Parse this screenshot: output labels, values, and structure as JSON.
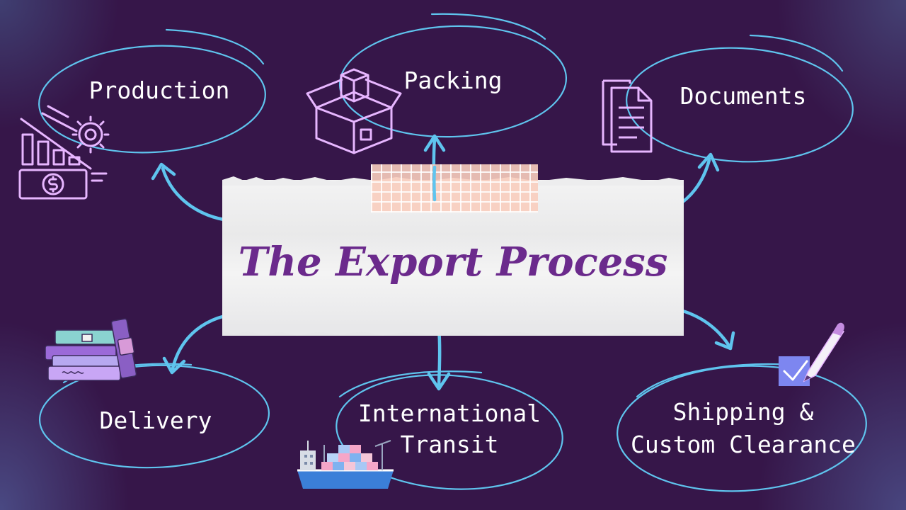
{
  "title": "The Export Process",
  "nodes": {
    "production": "Production",
    "packing": "Packing",
    "documents": "Documents",
    "delivery": "Delivery",
    "international_transit_line1": "International",
    "international_transit_line2": "Transit",
    "shipping_line1": "Shipping &",
    "shipping_line2": "Custom Clearance"
  },
  "colors": {
    "background": "#361649",
    "ellipse_stroke": "#5fc4ee",
    "arrow": "#5fc4ee",
    "title_text": "#6b2a8c",
    "icon_stroke": "#e7b6ff"
  },
  "icons": [
    "production-chart-icon",
    "box-icon",
    "document-icon",
    "books-icon",
    "cargo-ship-icon",
    "checkbox-pen-icon"
  ]
}
